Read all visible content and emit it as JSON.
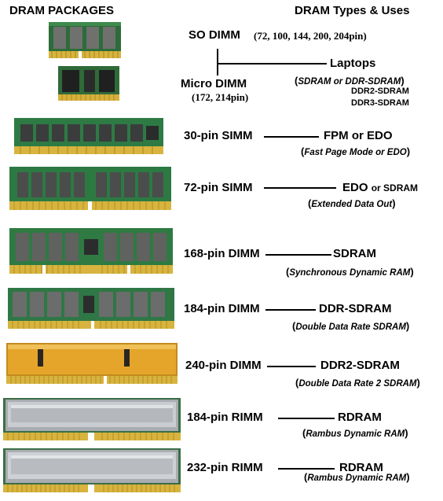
{
  "headers": {
    "left": "DRAM PACKAGES",
    "right": "DRAM Types & Uses"
  },
  "rows": {
    "so_dimm": {
      "label": "SO DIMM",
      "pins": "(72, 100, 144, 200, 204pin)"
    },
    "micro_dimm": {
      "label": "Micro DIMM",
      "pins": "(172, 214pin)"
    },
    "laptops": {
      "type": "Laptops",
      "desc": "SDRAM or DDR-SDRAM",
      "extra1": "DDR2-SDRAM",
      "extra2": "DDR3-SDRAM"
    },
    "simm30": {
      "label": "30-pin SIMM",
      "type": "FPM or EDO",
      "desc": "Fast Page Mode or EDO"
    },
    "simm72": {
      "label": "72-pin SIMM",
      "type": "EDO",
      "type_suffix": "or SDRAM",
      "desc": "Extended Data Out"
    },
    "dimm168": {
      "label": "168-pin DIMM",
      "type": "SDRAM",
      "desc": "Synchronous Dynamic RAM"
    },
    "dimm184": {
      "label": "184-pin DIMM",
      "type": "DDR-SDRAM",
      "desc": "Double Data Rate SDRAM"
    },
    "dimm240": {
      "label": "240-pin DIMM",
      "type": "DDR2-SDRAM",
      "desc": "Double Data Rate 2 SDRAM"
    },
    "rimm184": {
      "label": "184-pin RIMM",
      "type": "RDRAM",
      "desc": "Rambus Dynamic RAM"
    },
    "rimm232": {
      "label": "232-pin RIMM",
      "type": "RDRAM",
      "desc": "Rambus Dynamic RAM"
    }
  },
  "colors": {
    "pcb_green": "#2e6e3a",
    "chip_gray": "#6b6e6c",
    "gold": "#d9b13c",
    "heatspreader_gold": "#e0a12a",
    "heatspreader_silver": "#b9bcbf"
  }
}
